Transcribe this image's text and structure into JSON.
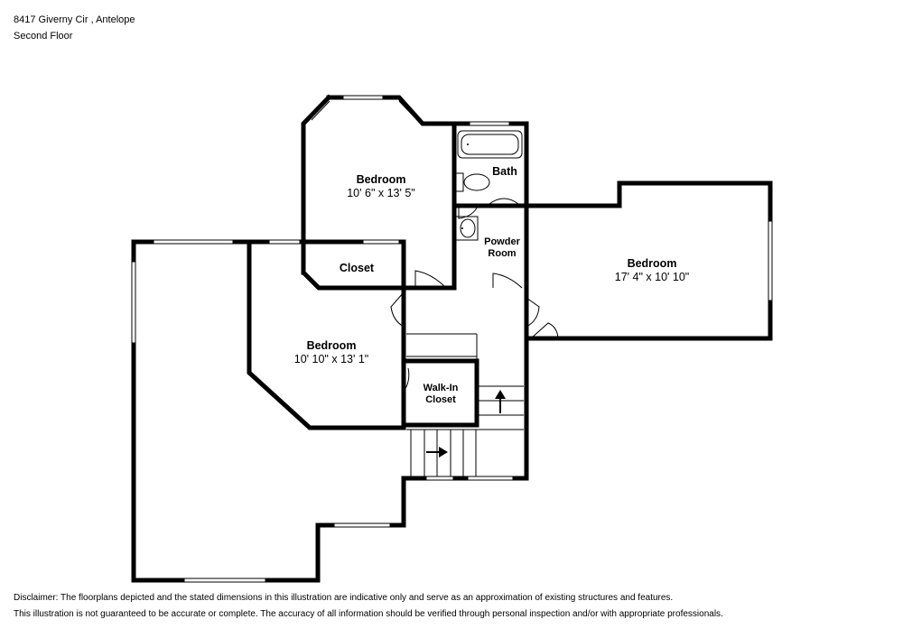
{
  "header": {
    "address": "8417 Giverny Cir , Antelope",
    "floor": "Second Floor"
  },
  "rooms": {
    "bedroom_top": {
      "title": "Bedroom",
      "dims": "10' 6\" x 13' 5\""
    },
    "bath": {
      "title": "Bath"
    },
    "powder": {
      "line1": "Powder",
      "line2": "Room"
    },
    "bedroom_right": {
      "title": "Bedroom",
      "dims": "17' 4\" x 10' 10\""
    },
    "closet": {
      "title": "Closet"
    },
    "bedroom_left": {
      "title": "Bedroom",
      "dims": "10' 10\" x 13' 1\""
    },
    "walkin": {
      "line1": "Walk-In",
      "line2": "Closet"
    }
  },
  "disclaimer": {
    "line1": "Disclaimer: The floorplans depicted and the stated dimensions in this illustration are indicative only and serve as an approximation of existing structures and features.",
    "line2": "This illustration is not guaranteed to be accurate or complete. The accuracy of all information should be verified through personal inspection and/or with appropriate professionals."
  }
}
